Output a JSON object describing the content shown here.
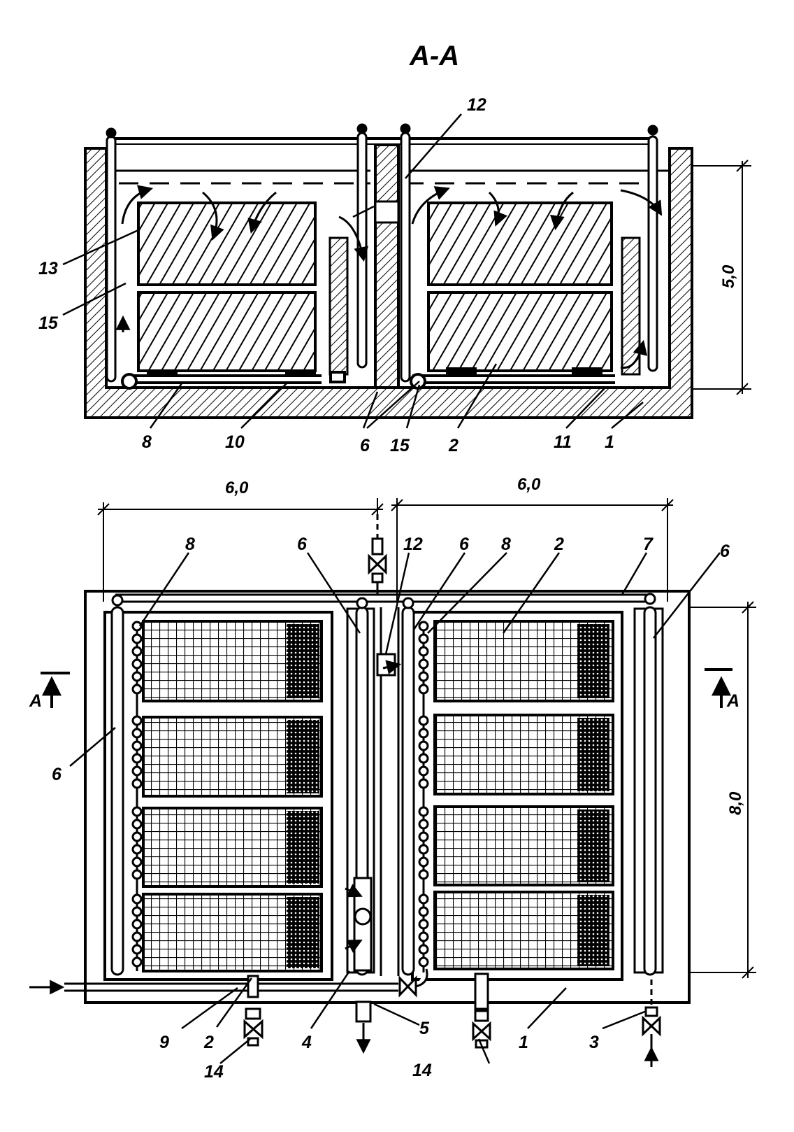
{
  "section_title": "A-A",
  "labels": {
    "n1": "1",
    "n2": "2",
    "n3": "3",
    "n4": "4",
    "n5": "5",
    "n6": "6",
    "n7": "7",
    "n8": "8",
    "n9": "9",
    "n10": "10",
    "n11": "11",
    "n12": "12",
    "n13": "13",
    "n14": "14",
    "n15": "15"
  },
  "cut_marker": "A",
  "dimensions": {
    "depth": "5,0",
    "width_left": "6,0",
    "width_right": "6,0",
    "length": "8,0"
  }
}
